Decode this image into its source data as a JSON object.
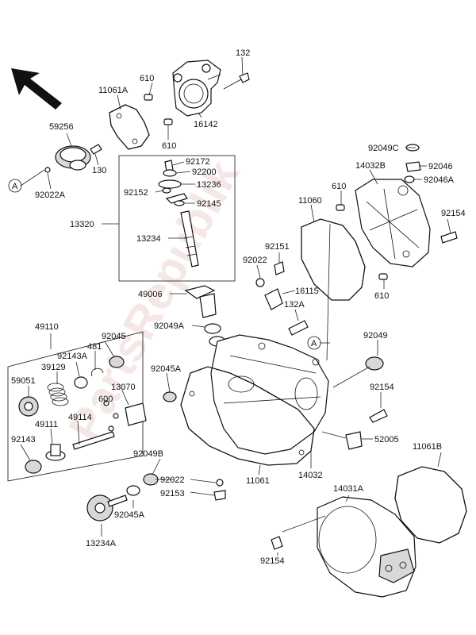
{
  "labels": {
    "l132": "132",
    "l610a": "610",
    "l11061A": "11061A",
    "l16142": "16142",
    "l610b": "610",
    "l59256": "59256",
    "l130": "130",
    "l92022A": "92022A",
    "lA1": "A",
    "l92172": "92172",
    "l92200": "92200",
    "l13236": "13236",
    "l92152": "92152",
    "l92145": "92145",
    "l13320": "13320",
    "l13234": "13234",
    "l49006": "49006",
    "l92049C": "92049C",
    "l92046": "92046",
    "l14032B": "14032B",
    "l92046A": "92046A",
    "l610c": "610",
    "l11060": "11060",
    "l92154a": "92154",
    "l92151": "92151",
    "l92022": "92022",
    "l16115": "16115",
    "l610d": "610",
    "l132A": "132A",
    "l49110": "49110",
    "l92045": "92045",
    "l481": "481",
    "l92143A": "92143A",
    "l39129": "39129",
    "l59051": "59051",
    "l13070": "13070",
    "l600": "600",
    "l49114": "49114",
    "l49111": "49111",
    "l92143": "92143",
    "l92049A": "92049A",
    "l92045A": "92045A",
    "lA2": "A",
    "l92049": "92049",
    "l92154b": "92154",
    "l52005": "52005",
    "l92049B": "92049B",
    "l92022b": "92022",
    "l92153": "92153",
    "l11061": "11061",
    "l14032": "14032",
    "l11061B": "11061B",
    "l14031A": "14031A",
    "l92045Ab": "92045A",
    "l13234A": "13234A",
    "l92154c": "92154"
  },
  "watermark": "PartsRepublik",
  "icons": {
    "direction": "arrow-up-left-icon"
  }
}
